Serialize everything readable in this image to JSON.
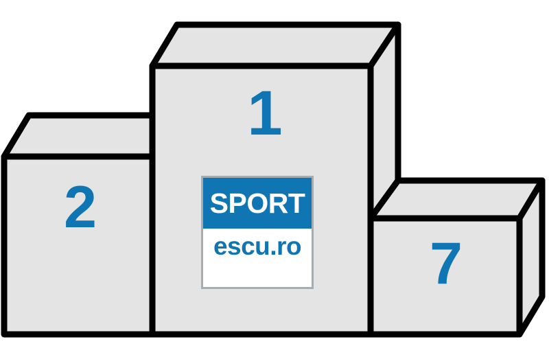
{
  "scene": {
    "title": "Winners podium illustration",
    "background_color": "#ffffff"
  },
  "podium": {
    "outline_color": "#000000",
    "face_color": "#E4E4E4",
    "number_color": "#0F75B3",
    "blocks": [
      {
        "rank": "2",
        "position": "left",
        "label": "second-place-block"
      },
      {
        "rank": "1",
        "position": "center",
        "label": "first-place-block"
      },
      {
        "rank": "7",
        "position": "right",
        "label": "seventh-place-block"
      }
    ]
  },
  "numbers": {
    "first": "1",
    "second": "2",
    "seventh": "7"
  },
  "logo": {
    "top_text": "SPORT",
    "bottom_text": "escu.ro",
    "top_bg": "#0F75B3",
    "top_fg": "#ffffff",
    "bottom_bg": "#ffffff",
    "bottom_fg": "#0F75B3",
    "border_color": "#a6acb0"
  }
}
